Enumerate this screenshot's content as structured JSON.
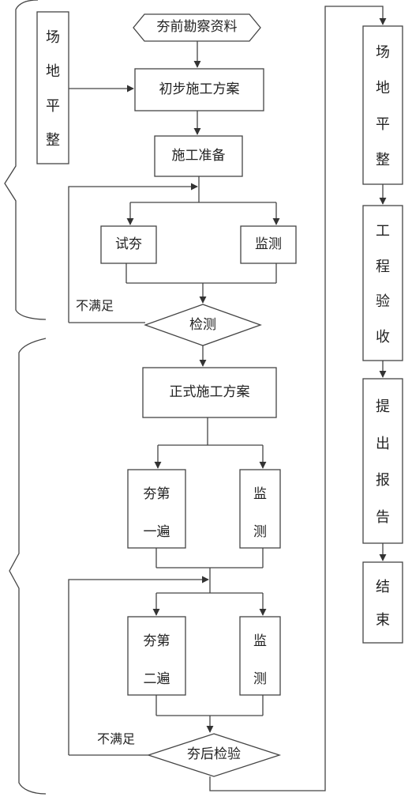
{
  "flow": {
    "start": "夯前勘察资料",
    "side_left_chars": [
      "场",
      "地",
      "平",
      "整"
    ],
    "initial_plan": "初步施工方案",
    "prep": "施工准备",
    "trial": "试夯",
    "monitor_1": "监测",
    "not_met_1": "不满足",
    "inspect": "检测",
    "formal_plan": "正式施工方案",
    "pass1_lines": [
      "夯第",
      "一遍"
    ],
    "monitor_2_chars": [
      "监",
      "测"
    ],
    "pass2_lines": [
      "夯第",
      "二遍"
    ],
    "monitor_3_chars": [
      "监",
      "测"
    ],
    "not_met_2": "不满足",
    "final_check": "夯后检验"
  },
  "right_column": {
    "site_chars": [
      "场",
      "地",
      "平",
      "整"
    ],
    "accept_chars": [
      "工",
      "程",
      "验",
      "收"
    ],
    "report_chars": [
      "提",
      "出",
      "报",
      "告"
    ],
    "end_chars": [
      "结",
      "束"
    ]
  }
}
